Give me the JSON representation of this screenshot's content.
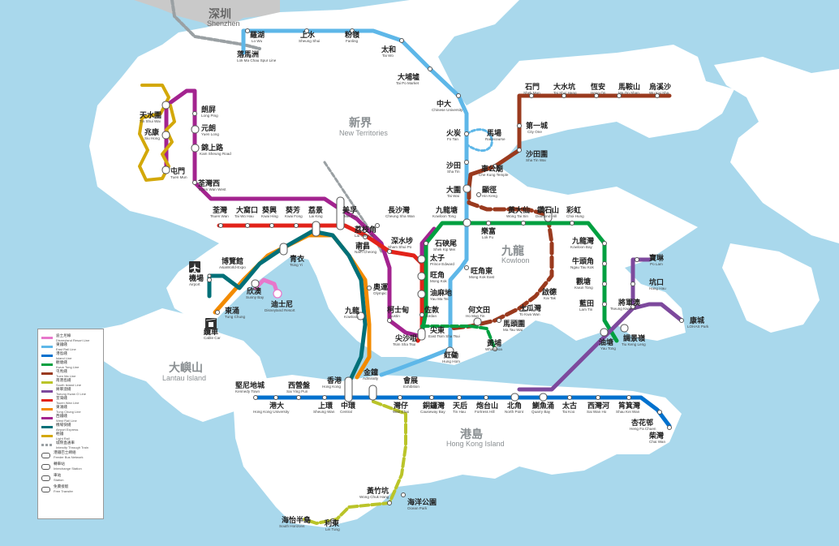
{
  "colors": {
    "sea": "#a9d8ec",
    "land": "#ffffff",
    "shenzhen": "#c9c9c9",
    "east_rail": "#5eb7e8",
    "tuen_ma": "#9a3a1e",
    "kwun_tong": "#00a040",
    "tsuen_wan": "#e2231a",
    "island": "#0071ce",
    "tseung_kwan_o": "#7d499d",
    "tung_chung": "#f38b00",
    "airport_express": "#007078",
    "disneyland": "#e777cb",
    "south_island": "#bac429",
    "light_rail": "#d3a809",
    "west_rail_purple": "#a3238f"
  },
  "regions": {
    "new_territories": {
      "cn": "新界",
      "en": "New Territories"
    },
    "kowloon": {
      "cn": "九龍",
      "en": "Kowloon"
    },
    "lantau": {
      "cn": "大嶼山",
      "en": "Lantau Island"
    },
    "hk_island": {
      "cn": "港島",
      "en": "Hong Kong Island"
    },
    "shenzhen": {
      "cn": "深圳",
      "en": "Shenzhen"
    }
  },
  "stations": {
    "lo_wu": {
      "cn": "羅湖",
      "en": "Lo Wu"
    },
    "lok_ma_chau": {
      "cn": "落馬洲",
      "en": "Lok Ma Chau Spur Line"
    },
    "sheung_shui": {
      "cn": "上水",
      "en": "Sheung Shui"
    },
    "fanling": {
      "cn": "粉嶺",
      "en": "Fanling"
    },
    "tai_wo": {
      "cn": "太和",
      "en": "Tai Wo"
    },
    "tai_po_market": {
      "cn": "大埔墟",
      "en": "Tai Po Market"
    },
    "university": {
      "cn": "中大",
      "en": "Chinese University"
    },
    "fo_tan": {
      "cn": "火炭",
      "en": "Fo Tan"
    },
    "racecourse": {
      "cn": "馬場",
      "en": "Racecourse"
    },
    "sha_tin": {
      "cn": "沙田",
      "en": "Sha Tin"
    },
    "tai_wai": {
      "cn": "大圍",
      "en": "Tai Wai"
    },
    "kowloon_tong": {
      "cn": "九龍塘",
      "en": "Kowloon Tong"
    },
    "mong_kok_east": {
      "cn": "旺角東",
      "en": "Mong Kok East"
    },
    "hung_hom": {
      "cn": "紅磡",
      "en": "Hung Hom"
    },
    "exhibition": {
      "cn": "會展",
      "en": "Exhibition"
    },
    "admiralty": {
      "cn": "金鐘",
      "en": "Admiralty"
    },
    "wu_kai_sha": {
      "cn": "烏溪沙",
      "en": "Wu Kai Sha"
    },
    "ma_on_shan": {
      "cn": "馬鞍山",
      "en": "Ma On Shan"
    },
    "heng_on": {
      "cn": "恆安",
      "en": "Heng On"
    },
    "tai_shui_hang": {
      "cn": "大水坑",
      "en": "Tai Shui Hang"
    },
    "shek_mun": {
      "cn": "石門",
      "en": "Shek Mun"
    },
    "city_one": {
      "cn": "第一城",
      "en": "City One"
    },
    "sha_tin_wai": {
      "cn": "沙田圍",
      "en": "Sha Tin Wai"
    },
    "che_kung_temple": {
      "cn": "車公廟",
      "en": "Che Kung Temple"
    },
    "hin_keng": {
      "cn": "顯徑",
      "en": "Hin Keng"
    },
    "diamond_hill": {
      "cn": "鑽石山",
      "en": "Diamond Hill"
    },
    "kai_tak": {
      "cn": "啟德",
      "en": "Kai Tak"
    },
    "to_kwa_wan": {
      "cn": "土瓜灣",
      "en": "To Kwa Wan"
    },
    "ho_man_tin": {
      "cn": "何文田",
      "en": "Ho Man Tin"
    },
    "ma_tau_wai": {
      "cn": "馬頭圍",
      "en": "Ma Tau Wai"
    },
    "whampoa": {
      "cn": "黃埔",
      "en": "Whampoa"
    },
    "choi_hung": {
      "cn": "彩虹",
      "en": "Choi Hung"
    },
    "wong_tai_sin": {
      "cn": "黃大仙",
      "en": "Wong Tai Sin"
    },
    "lok_fu": {
      "cn": "樂富",
      "en": "Lok Fu"
    },
    "kowloon_bay": {
      "cn": "九龍灣",
      "en": "Kowloon Bay"
    },
    "ngau_tau_kok": {
      "cn": "牛頭角",
      "en": "Ngau Tau Kok"
    },
    "kwun_tong": {
      "cn": "觀塘",
      "en": "Kwun Tong"
    },
    "lam_tin": {
      "cn": "藍田",
      "en": "Lam Tin"
    },
    "yau_tong": {
      "cn": "油塘",
      "en": "Yau Tong"
    },
    "tiu_keng_leng": {
      "cn": "調景嶺",
      "en": "Tiu Keng Leng"
    },
    "tseung_kwan_o": {
      "cn": "將軍澳",
      "en": "Tseung Kwan O"
    },
    "hang_hau": {
      "cn": "坑口",
      "en": "Hang Hau"
    },
    "po_lam": {
      "cn": "寶琳",
      "en": "Po Lam"
    },
    "lohas_park": {
      "cn": "康城",
      "en": "LOHAS Park"
    },
    "shek_kip_mei": {
      "cn": "石硤尾",
      "en": "Shek Kip Mei"
    },
    "prince_edward": {
      "cn": "太子",
      "en": "Prince Edward"
    },
    "mong_kok": {
      "cn": "旺角",
      "en": "Mong Kok"
    },
    "yau_ma_tei": {
      "cn": "油麻地",
      "en": "Yau Ma Tei"
    },
    "jordan": {
      "cn": "佐敦",
      "en": "Jordan"
    },
    "tsim_sha_tsui": {
      "cn": "尖沙咀",
      "en": "Tsim Sha Tsui"
    },
    "east_tsim_sha_tsui": {
      "cn": "尖東",
      "en": "East Tsim Sha Tsui"
    },
    "austin": {
      "cn": "柯士甸",
      "en": "Austin"
    },
    "kowloon": {
      "cn": "九龍",
      "en": "Kowloon"
    },
    "olympic": {
      "cn": "奧運",
      "en": "Olympic"
    },
    "nam_cheong": {
      "cn": "南昌",
      "en": "Nam Cheong"
    },
    "sham_shui_po": {
      "cn": "深水埗",
      "en": "Sham Shui Po"
    },
    "cheung_sha_wan": {
      "cn": "長沙灣",
      "en": "Cheung Sha Wan"
    },
    "lai_chi_kok": {
      "cn": "荔枝角",
      "en": "Lai Chi Kok"
    },
    "mei_foo": {
      "cn": "美孚",
      "en": "Mei Foo"
    },
    "lai_king": {
      "cn": "荔景",
      "en": "Lai King"
    },
    "kwai_fong": {
      "cn": "葵芳",
      "en": "Kwai Fong"
    },
    "kwai_hing": {
      "cn": "葵興",
      "en": "Kwai Hing"
    },
    "tai_wo_hau": {
      "cn": "大窩口",
      "en": "Tai Wo Hau"
    },
    "tsuen_wan": {
      "cn": "荃灣",
      "en": "Tsuen Wan"
    },
    "tsuen_wan_west": {
      "cn": "荃灣西",
      "en": "Tsuen Wan West"
    },
    "kam_sheung_road": {
      "cn": "錦上路",
      "en": "Kam Sheung Road"
    },
    "yuen_long": {
      "cn": "元朗",
      "en": "Yuen Long"
    },
    "long_ping": {
      "cn": "朗屏",
      "en": "Long Ping"
    },
    "tin_shui_wai": {
      "cn": "天水圍",
      "en": "Tin Shui Wai"
    },
    "siu_hong": {
      "cn": "兆康",
      "en": "Siu Hong"
    },
    "tuen_mun": {
      "cn": "屯門",
      "en": "Tuen Mun"
    },
    "tsing_yi": {
      "cn": "青衣",
      "en": "Tsing Yi"
    },
    "sunny_bay": {
      "cn": "欣澳",
      "en": "Sunny Bay"
    },
    "disneyland_resort": {
      "cn": "迪士尼",
      "en": "Disneyland Resort"
    },
    "tung_chung": {
      "cn": "東涌",
      "en": "Tung Chung"
    },
    "airport": {
      "cn": "機場",
      "en": "Airport"
    },
    "asiaworld_expo": {
      "cn": "博覽館",
      "en": "AsiaWorld-Expo"
    },
    "cable_car": {
      "cn": "纜車",
      "en": "Cable Car"
    },
    "hong_kong": {
      "cn": "香港",
      "en": "Hong Kong"
    },
    "central": {
      "cn": "中環",
      "en": "Central"
    },
    "sheung_wan": {
      "cn": "上環",
      "en": "Sheung Wan"
    },
    "sai_ying_pun": {
      "cn": "西營盤",
      "en": "Sai Ying Pun"
    },
    "hku": {
      "cn": "港大",
      "en": "Hong Kong University"
    },
    "kennedy_town": {
      "cn": "堅尼地城",
      "en": "Kennedy Town"
    },
    "wan_chai": {
      "cn": "灣仔",
      "en": "Wan Chai"
    },
    "causeway_bay": {
      "cn": "銅鑼灣",
      "en": "Causeway Bay"
    },
    "tin_hau": {
      "cn": "天后",
      "en": "Tin Hau"
    },
    "fortress_hill": {
      "cn": "炮台山",
      "en": "Fortress Hill"
    },
    "north_point": {
      "cn": "北角",
      "en": "North Point"
    },
    "quarry_bay": {
      "cn": "鰂魚涌",
      "en": "Quarry Bay"
    },
    "tai_koo": {
      "cn": "太古",
      "en": "Tai Koo"
    },
    "sai_wan_ho": {
      "cn": "西灣河",
      "en": "Sai Wan Ho"
    },
    "shau_kei_wan": {
      "cn": "筲箕灣",
      "en": "Shau Kei Wan"
    },
    "heng_fa_chuen": {
      "cn": "杏花邨",
      "en": "Heng Fa Chuen"
    },
    "chai_wan": {
      "cn": "柴灣",
      "en": "Chai Wan"
    },
    "wong_chuk_hang": {
      "cn": "黃竹坑",
      "en": "Wong Chuk Hang"
    },
    "ocean_park": {
      "cn": "海洋公園",
      "en": "Ocean Park"
    },
    "lei_tung": {
      "cn": "利東",
      "en": "Lei Tung"
    },
    "south_horizons": {
      "cn": "海怡半島",
      "en": "South Horizons"
    }
  },
  "legend": [
    {
      "cn": "迪士尼線",
      "en": "Disneyland Resort Line",
      "color": "#e777cb"
    },
    {
      "cn": "東鐵綫",
      "en": "East Rail Line",
      "color": "#5eb7e8"
    },
    {
      "cn": "港島綫",
      "en": "Island Line",
      "color": "#0071ce"
    },
    {
      "cn": "觀塘綫",
      "en": "Kwun Tong Line",
      "color": "#00a040"
    },
    {
      "cn": "屯馬綫",
      "en": "Tuen Ma Line",
      "color": "#9a3a1e"
    },
    {
      "cn": "南港島綫",
      "en": "South Island Line",
      "color": "#bac429"
    },
    {
      "cn": "將軍澳綫",
      "en": "Tseung Kwan O Line",
      "color": "#7d499d"
    },
    {
      "cn": "荃灣綫",
      "en": "Tsuen Wan Line",
      "color": "#e2231a"
    },
    {
      "cn": "東涌綫",
      "en": "Tung Chung Line",
      "color": "#f38b00"
    },
    {
      "cn": "西鐵綫",
      "en": "West Rail Line",
      "color": "#a3238f"
    },
    {
      "cn": "機場快綫",
      "en": "Airport Express",
      "color": "#007078"
    },
    {
      "cn": "輕鐵",
      "en": "Light Rail",
      "color": "#d3a809"
    },
    {
      "cn": "城際直通車",
      "en": "Intercity Through Train",
      "color": "#9aa0a3"
    },
    {
      "cn": "港鐵巴士網絡",
      "en": "Feeder Bus Network",
      "color": "#555555"
    },
    {
      "cn": "轉車站",
      "en": "Interchange Station",
      "color": "#555555"
    },
    {
      "cn": "車站",
      "en": "Station",
      "color": "#555555"
    },
    {
      "cn": "免費接駁",
      "en": "Free Transfer",
      "color": "#555555"
    }
  ]
}
